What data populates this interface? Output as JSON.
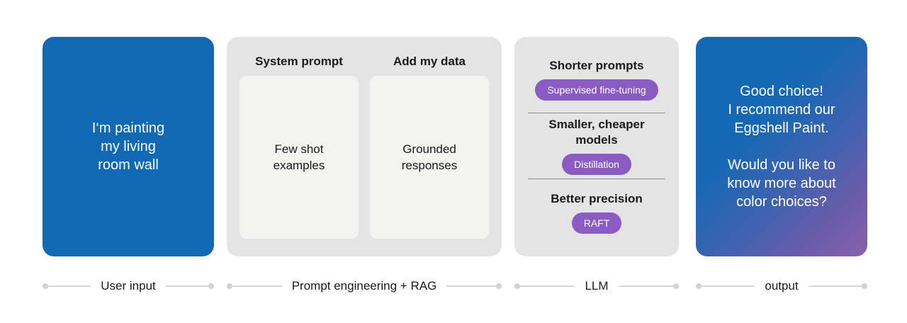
{
  "stages": {
    "user_input": {
      "label": "User input",
      "message": "I‘m painting\nmy living\nroom wall",
      "color": "#1168b3"
    },
    "prompt_engineering": {
      "label": "Prompt engineering + RAG",
      "panel_color": "#e4e4e4",
      "card_color": "#f3f3f2",
      "columns": [
        {
          "heading": "System prompt",
          "card_text": "Few shot\nexamples"
        },
        {
          "heading": "Add my data",
          "card_text": "Grounded\nresponses"
        }
      ]
    },
    "llm": {
      "label": "LLM",
      "panel_color": "#e4e4e4",
      "pill_color": "#8a5cc3",
      "groups": [
        {
          "heading": "Shorter prompts",
          "pill": "Supervised fine-tuning"
        },
        {
          "heading": "Smaller, cheaper\nmodels",
          "pill": "Distillation"
        },
        {
          "heading": "Better precision",
          "pill": "RAFT"
        }
      ]
    },
    "output": {
      "label": "output",
      "message": "Good choice!\nI recommend our\nEggshell Paint.\n\nWould you like to\nknow more about\ncolor choices?",
      "gradient_from": "#1168b3",
      "gradient_to": "#8a61ad"
    }
  }
}
